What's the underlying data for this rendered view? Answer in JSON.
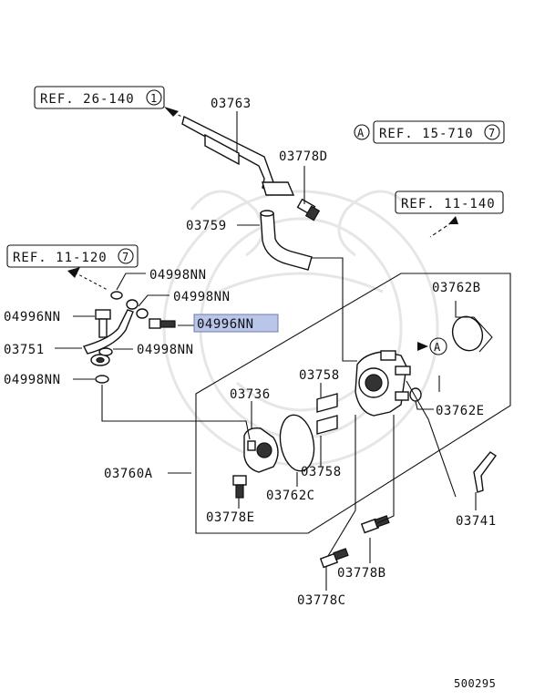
{
  "diagram_id": "500295",
  "highlight_color": "#b9c6ea",
  "refs": {
    "ref_26": {
      "text": "REF. 26-140",
      "circle": "1"
    },
    "ref_15": {
      "text": "REF. 15-710",
      "circle": "7",
      "marker": "A"
    },
    "ref_11_140": {
      "text": "REF. 11-140"
    },
    "ref_11_120": {
      "text": "REF. 11-120",
      "circle": "7"
    }
  },
  "marker_a": "A",
  "parts": {
    "p03763": "03763",
    "p03778D": "03778D",
    "p03759": "03759",
    "p03762B": "03762B",
    "p04998NN_a": "04998NN",
    "p04998NN_b": "04998NN",
    "p04996NN_left": "04996NN",
    "p04996NN_hl": "04996NN",
    "p03751": "03751",
    "p04998NN_c": "04998NN",
    "p04998NN_d": "04998NN",
    "p03758_a": "03758",
    "p03736": "03736",
    "p03762E": "03762E",
    "p03758_b": "03758",
    "p03760A": "03760A",
    "p03762C": "03762C",
    "p03778E": "03778E",
    "p03741": "03741",
    "p03778B": "03778B",
    "p03778C": "03778C"
  }
}
